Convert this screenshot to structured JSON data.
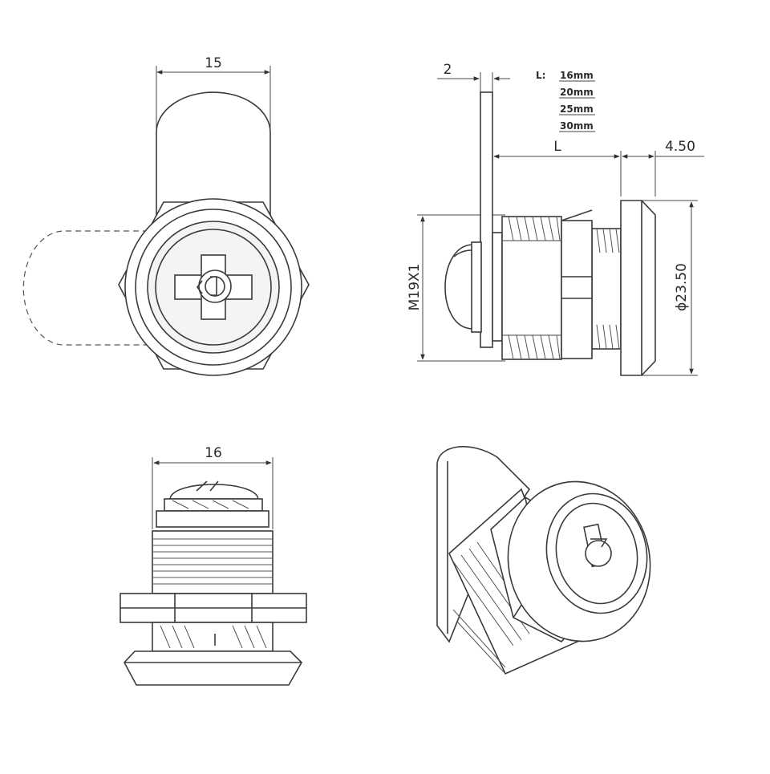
{
  "dimensions": {
    "front_width": "15",
    "plate_thickness": "2",
    "length_label": "L",
    "length_prefix": "L:",
    "length_options": [
      "16mm",
      "20mm",
      "25mm",
      "30mm"
    ],
    "bezel_thickness": "4.50",
    "thread_spec": "M19X1",
    "bezel_diameter": "ϕ23.50",
    "body_width": "16"
  },
  "views": [
    "front-view",
    "side-view",
    "bottom-view",
    "isometric-view"
  ]
}
